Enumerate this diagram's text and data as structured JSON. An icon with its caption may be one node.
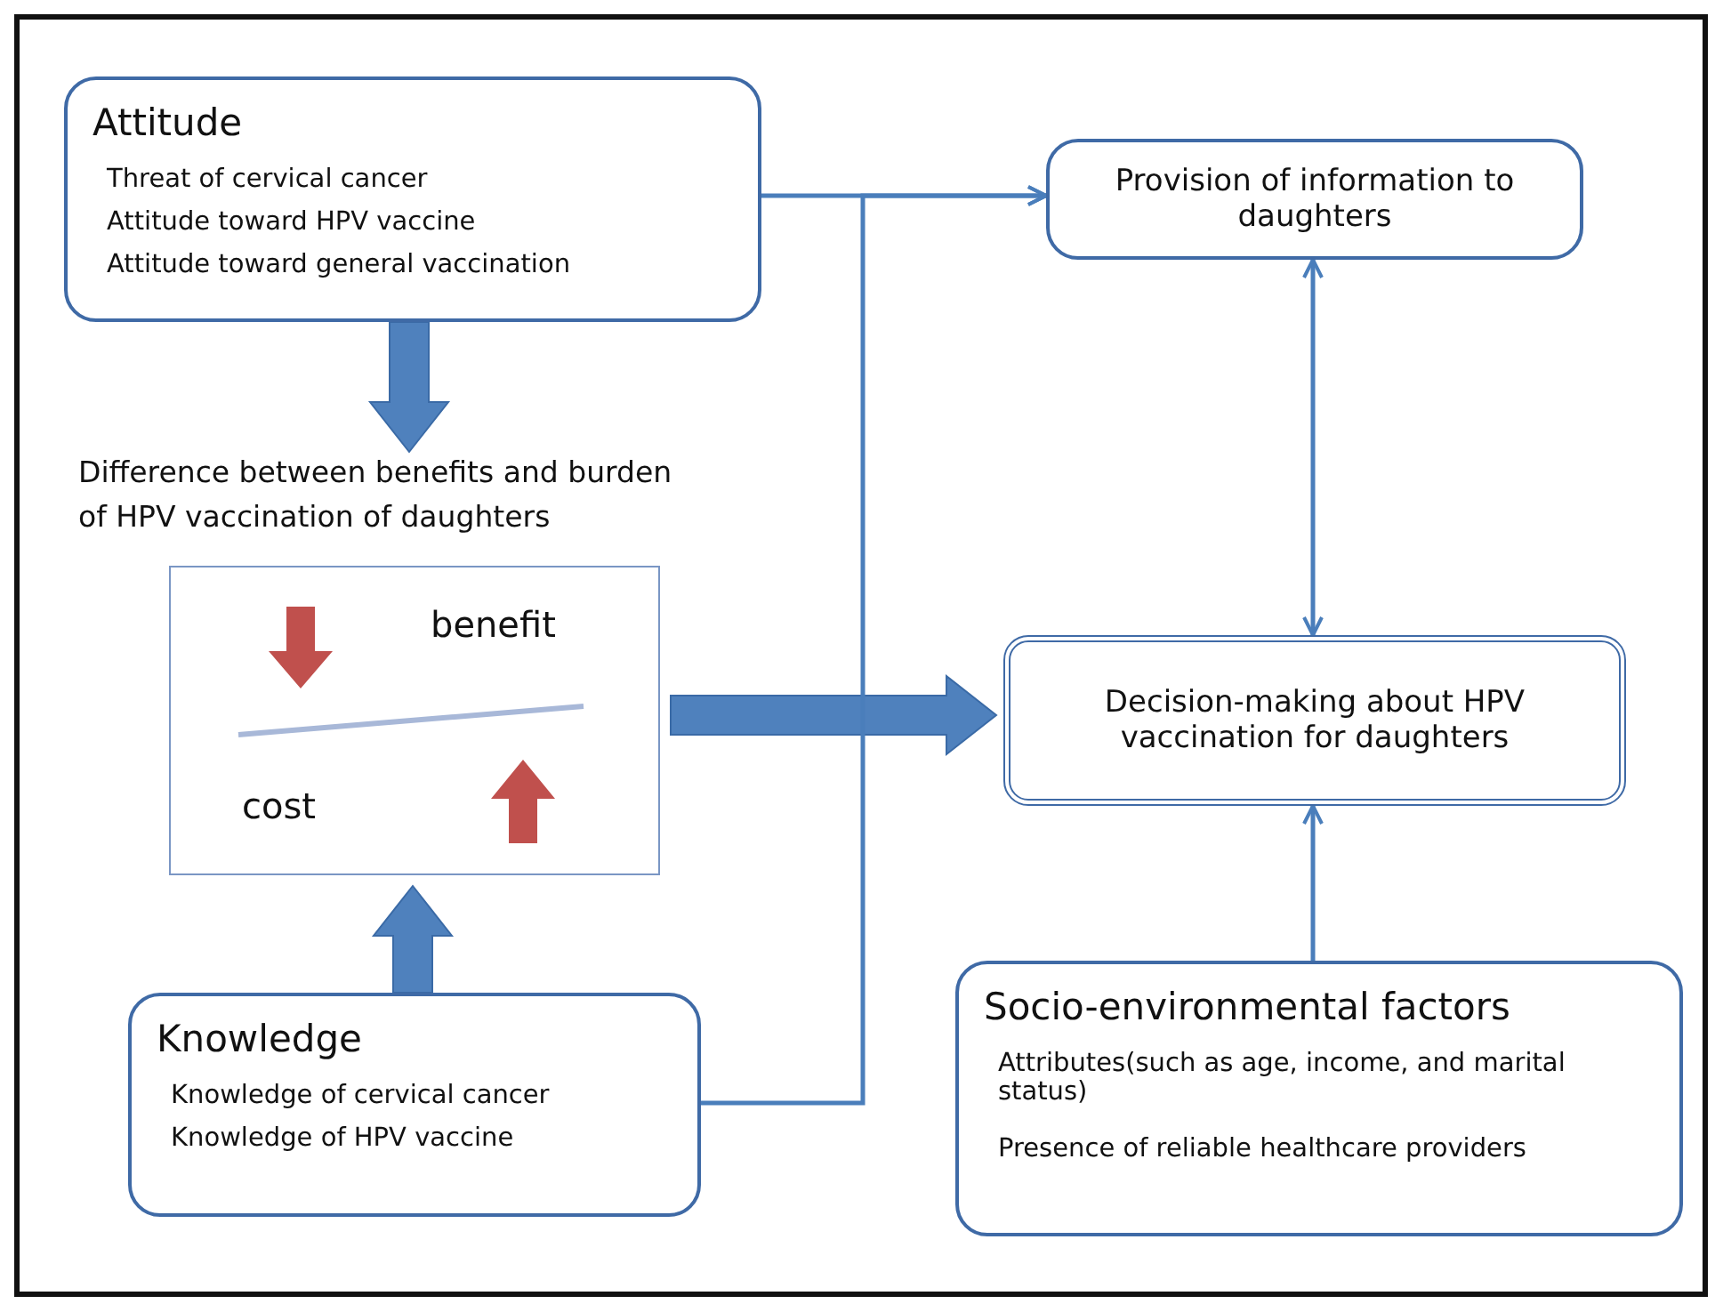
{
  "diagram": {
    "nodes": [
      {
        "text": [
          "Attitude",
          "Threat of cervical cancer",
          "Attitude toward HPV vaccine",
          "Attitude toward general vaccination"
        ]
      },
      {
        "text": [
          "Difference between benefits and burden of HPV vaccination of daughters",
          "benefit",
          "cost"
        ]
      },
      {
        "text": [
          "Provision of information to daughters"
        ]
      },
      {
        "text": [
          "Decision-making about HPV vaccination for daughters"
        ]
      },
      {
        "text": [
          "Knowledge",
          "Knowledge of cervical cancer",
          "Knowledge of HPV vaccine"
        ]
      },
      {
        "text": [
          "Socio-environmental factors",
          "Attributes(such as age, income, and marital status)",
          "Presence of reliable healthcare providers"
        ]
      }
    ],
    "edges": [
      {
        "from": 0,
        "to": 1,
        "arrow": "to",
        "style": "thick"
      },
      {
        "from": 4,
        "to": 1,
        "arrow": "to",
        "style": "thick"
      },
      {
        "from": 1,
        "to": 3,
        "arrow": "to",
        "style": "thick"
      },
      {
        "from": 0,
        "to": 2,
        "arrow": "to"
      },
      {
        "from": 4,
        "to": 2,
        "arrow": "to"
      },
      {
        "from": 2,
        "to": 3,
        "arrow": "both"
      },
      {
        "from": 5,
        "to": 3,
        "arrow": "to"
      }
    ]
  }
}
